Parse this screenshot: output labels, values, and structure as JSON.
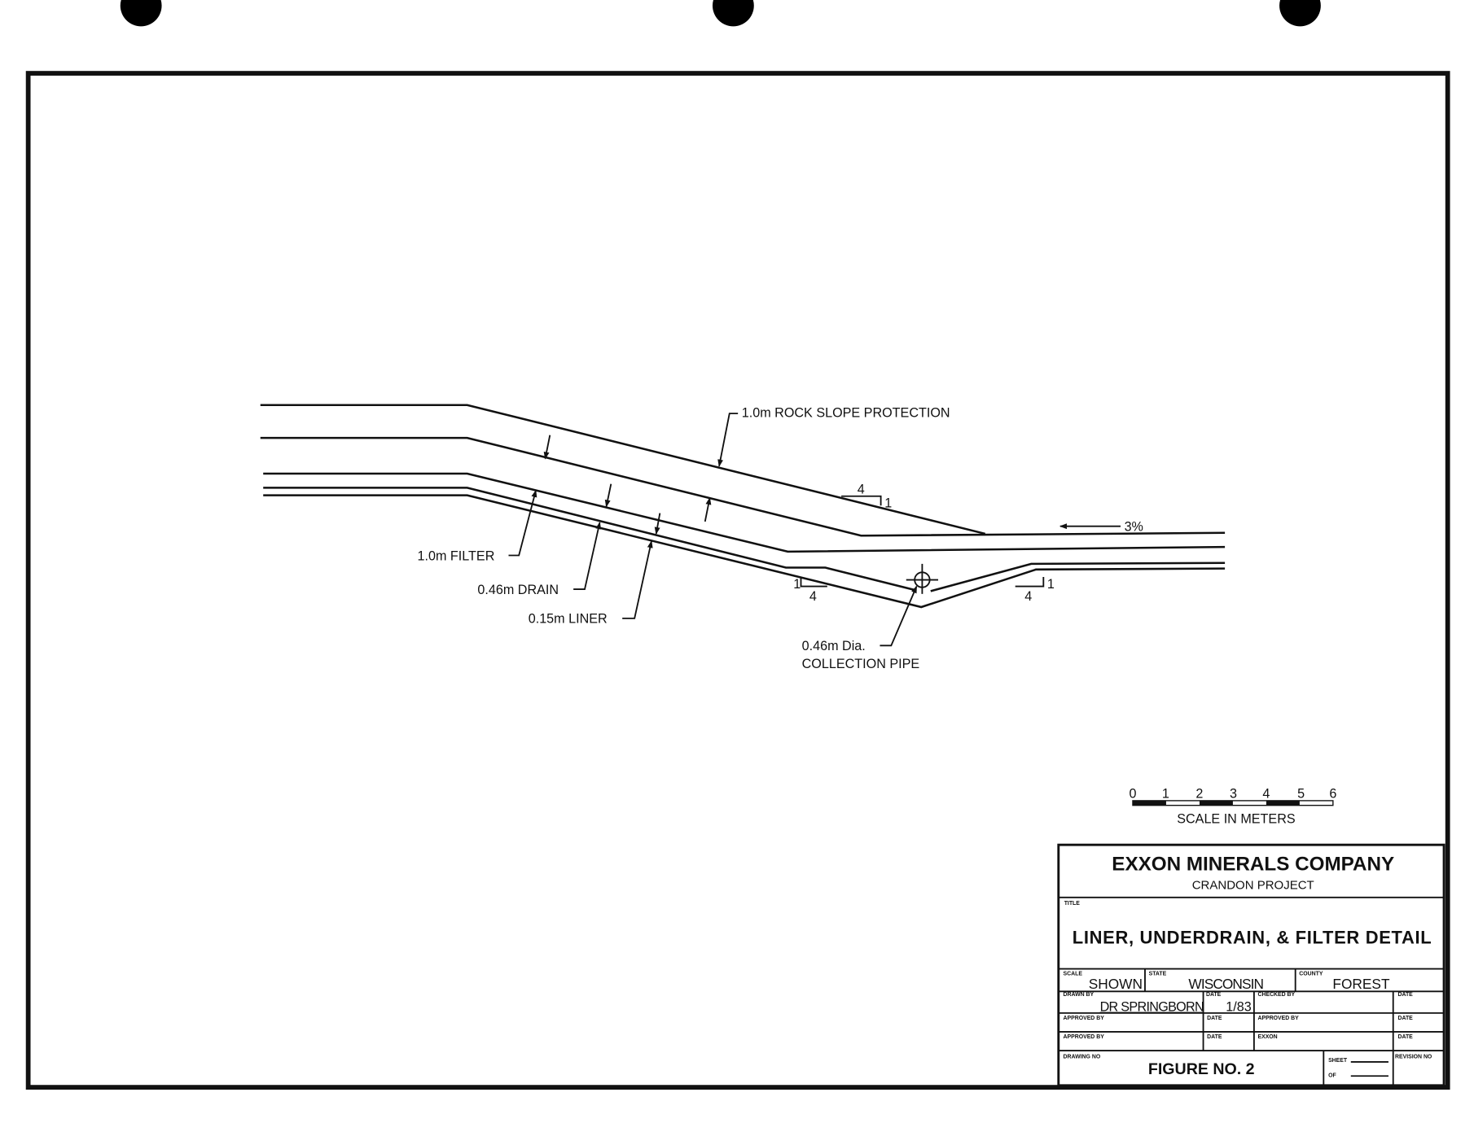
{
  "drawing": {
    "labels": {
      "rock": "1.0m ROCK SLOPE PROTECTION",
      "filter": "1.0m FILTER",
      "drain": "0.46m DRAIN",
      "liner": "0.15m LINER",
      "pipe_1": "0.46m Dia.",
      "pipe_2": "COLLECTION PIPE",
      "grade": "3%"
    },
    "slope_markers": [
      {
        "run": "4",
        "rise": "1"
      },
      {
        "run": "4",
        "rise": "1"
      },
      {
        "run": "4",
        "rise": "1"
      }
    ]
  },
  "scale_bar": {
    "ticks": [
      "0",
      "1",
      "2",
      "3",
      "4",
      "5",
      "6"
    ],
    "caption": "SCALE IN METERS"
  },
  "title_block": {
    "company": "EXXON MINERALS COMPANY",
    "project": "CRANDON PROJECT",
    "title_label": "TITLE",
    "title": "LINER, UNDERDRAIN, & FILTER DETAIL",
    "scale_label": "SCALE",
    "scale": "SHOWN",
    "state_label": "STATE",
    "state": "WISCONSIN",
    "county_label": "COUNTY",
    "county": "FOREST",
    "drawn_by_label": "DRAWN BY",
    "drawn_by": "DR SPRINGBORN",
    "date_label": "DATE",
    "date": "1/83",
    "checked_by_label": "CHECKED BY",
    "approved_by_label": "APPROVED BY",
    "exxon_label": "EXXON",
    "drawing_no_label": "DRAWING NO",
    "drawing_no": "FIGURE NO. 2",
    "sheet_label": "SHEET",
    "of_label": "OF",
    "revision_label": "REVISION NO"
  }
}
